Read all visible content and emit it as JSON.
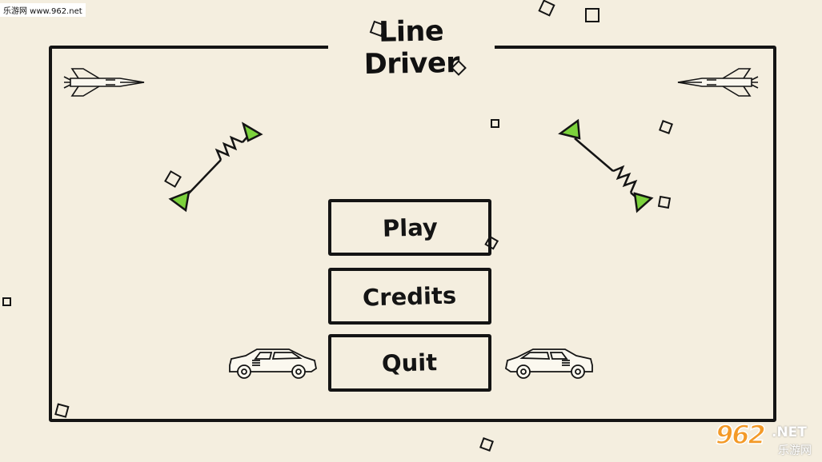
{
  "game": {
    "title": "Line Driver"
  },
  "menu": {
    "play_label": "Play",
    "credits_label": "Credits",
    "quit_label": "Quit"
  },
  "watermarks": {
    "top_left": "乐游网 www.962.net",
    "bottom_right_num": "962",
    "bottom_right_net": ".NET",
    "bottom_right_cn": "乐游网"
  },
  "colors": {
    "background": "#f4eedf",
    "ink": "#141414",
    "accent_green": "#7cd23c",
    "watermark_orange": "#f39a28"
  },
  "icons": {
    "planes": "rocket-plane-icon",
    "springs": "spring-launcher-icon",
    "cars": "sedan-car-icon",
    "particles": "square-particle-icon"
  }
}
